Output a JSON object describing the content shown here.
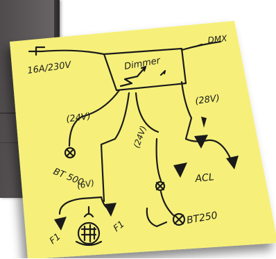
{
  "sketch": {
    "supply_label": "16A/230V",
    "dmx_label": "DMX",
    "dimmer_label": "Dimmer",
    "label_24v_left": "(24V)",
    "label_28v": "(28V)",
    "label_24v_mid": "(24V)",
    "label_bt500": "BT 500",
    "label_6v": "(6V)",
    "label_acl": "ACL",
    "label_bt250": "BT250",
    "label_f1_left": "F1",
    "label_f1_right": "F1"
  },
  "colors": {
    "note": "#f6f07a",
    "ink": "#1a1a1a",
    "door": "#5a5657",
    "watermark": "#e7e7e7"
  }
}
